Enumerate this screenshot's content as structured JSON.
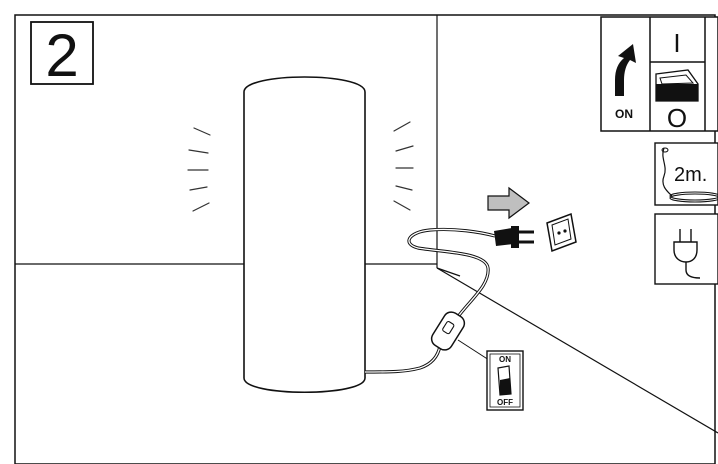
{
  "step": {
    "number": "2"
  },
  "switch_panel": {
    "on_symbol": "I",
    "off_symbol": "O",
    "on_label": "ON"
  },
  "cable": {
    "length_label": "2m."
  },
  "inline_switch": {
    "on_label": "ON",
    "off_label": "OFF"
  },
  "icons": [
    "lamp-cylinder",
    "plug-icon",
    "wall-socket-icon",
    "arrow-right-icon",
    "rocker-switch-icon",
    "plug-symbol-icon",
    "cable-coil-icon",
    "curved-up-arrow-icon"
  ],
  "colors": {
    "line": "#111111",
    "arrow_fill": "#bfbfbf",
    "background": "#ffffff"
  }
}
